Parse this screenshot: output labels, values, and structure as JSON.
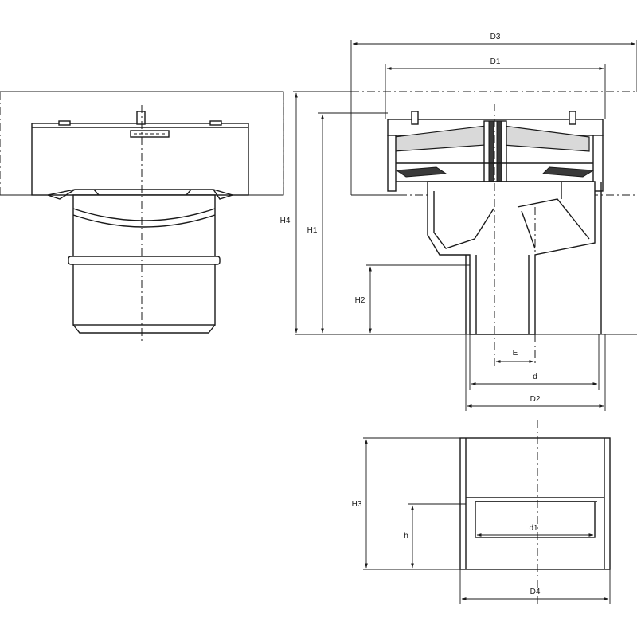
{
  "labels": {
    "d3": "D3",
    "d1": "D1",
    "h4": "H4",
    "h1": "H1",
    "h2": "H2",
    "e": "E",
    "d": "d",
    "d2": "D2",
    "h3": "H3",
    "h": "h",
    "d1_small": "d1",
    "d4": "D4"
  }
}
